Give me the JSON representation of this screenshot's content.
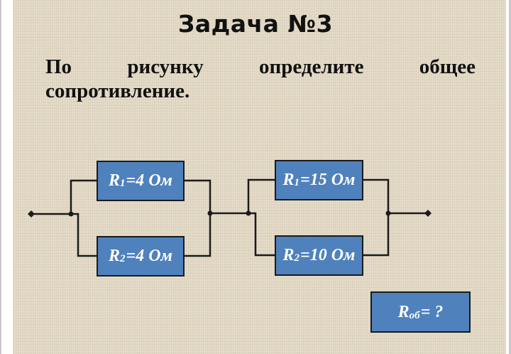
{
  "slide": {
    "title": "Задача №3",
    "task_words": [
      "По",
      "рисунку",
      "определите",
      "общее"
    ],
    "task_line2": "сопротивление."
  },
  "circuit": {
    "group1": {
      "connection": "parallel",
      "resistors": [
        {
          "symbol": "R",
          "index": "1",
          "value_text": "=4 Ом",
          "ohms": 4
        },
        {
          "symbol": "R",
          "index": "2",
          "value_text": "=4 Ом",
          "ohms": 4
        }
      ]
    },
    "group2": {
      "connection": "parallel",
      "resistors": [
        {
          "symbol": "R",
          "index": "1",
          "value_text": "=15 Ом",
          "ohms": 15
        },
        {
          "symbol": "R",
          "index": "2",
          "value_text": "=10 Ом",
          "ohms": 10
        }
      ]
    },
    "groups_connection": "series"
  },
  "answer_box": {
    "symbol": "R",
    "index": "об",
    "value_text": "= ?"
  },
  "colors": {
    "background": "#e3d9c4",
    "resistor_fill": "#4f81bd",
    "wire": "#1a1a1a",
    "text": "#111111",
    "resistor_text": "#ffffff"
  }
}
